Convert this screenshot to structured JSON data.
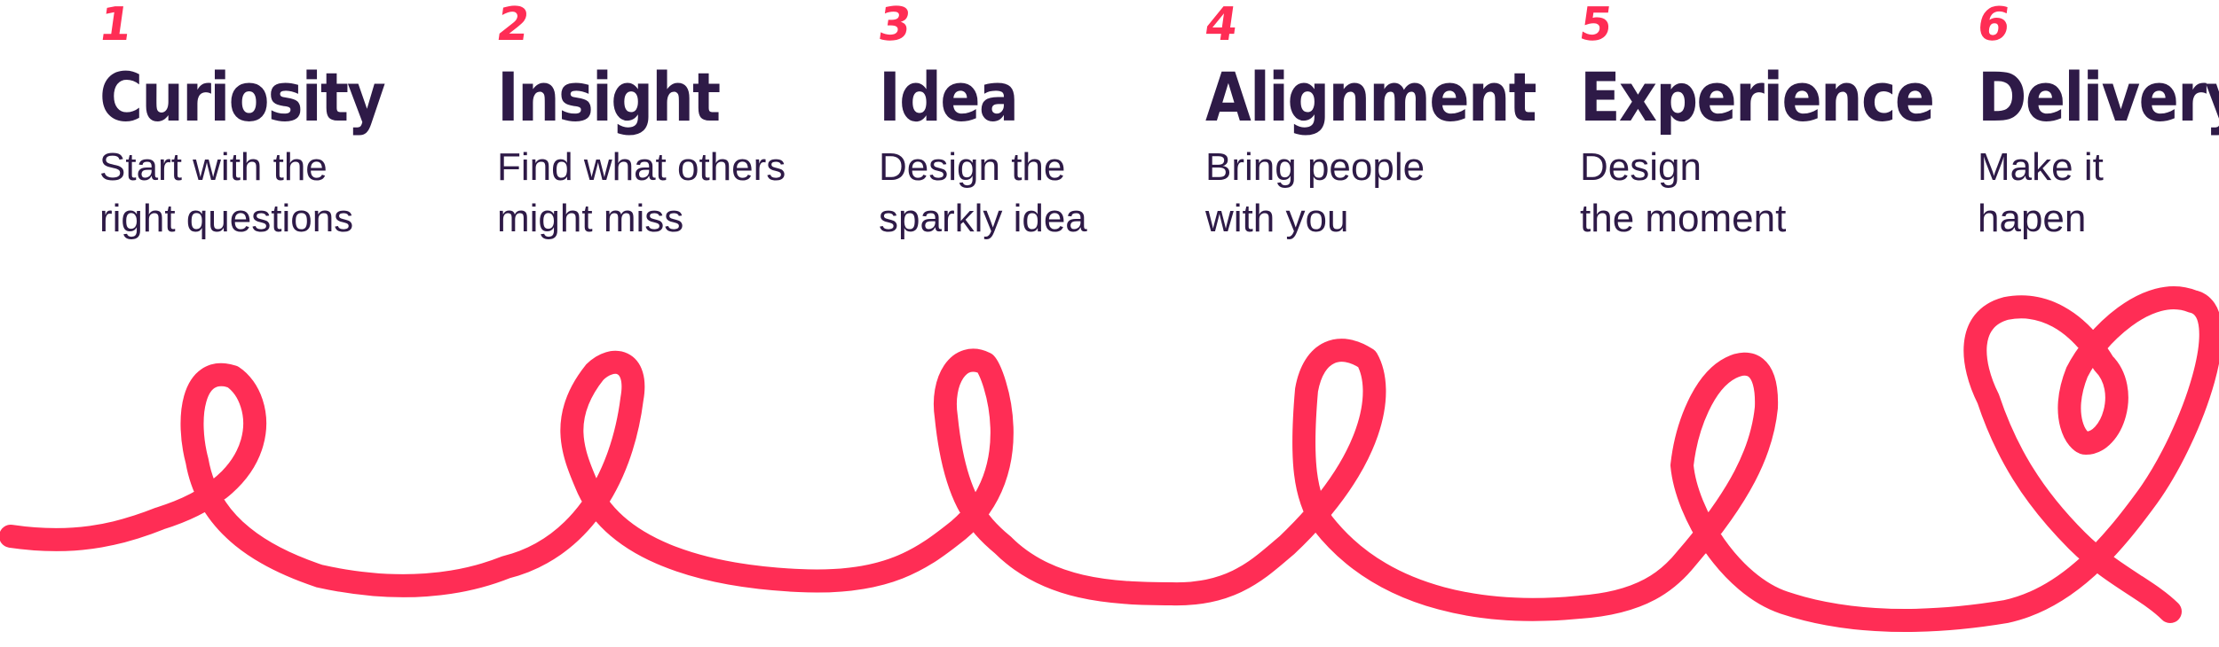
{
  "accent_color": "#ff2d55",
  "text_color": "#2e1a47",
  "steps": [
    {
      "number": "1",
      "title": "Curiosity",
      "line1": "Start with the",
      "line2": "right questions"
    },
    {
      "number": "2",
      "title": "Insight",
      "line1": "Find what others",
      "line2": "might miss"
    },
    {
      "number": "3",
      "title": "Idea",
      "line1": "Design the",
      "line2": "sparkly idea"
    },
    {
      "number": "4",
      "title": "Alignment",
      "line1": "Bring people",
      "line2": "with you"
    },
    {
      "number": "5",
      "title": "Experience",
      "line1": "Design",
      "line2": "the moment"
    },
    {
      "number": "6",
      "title": "Delivery",
      "line1": "Make it",
      "line2": "hapen"
    }
  ]
}
